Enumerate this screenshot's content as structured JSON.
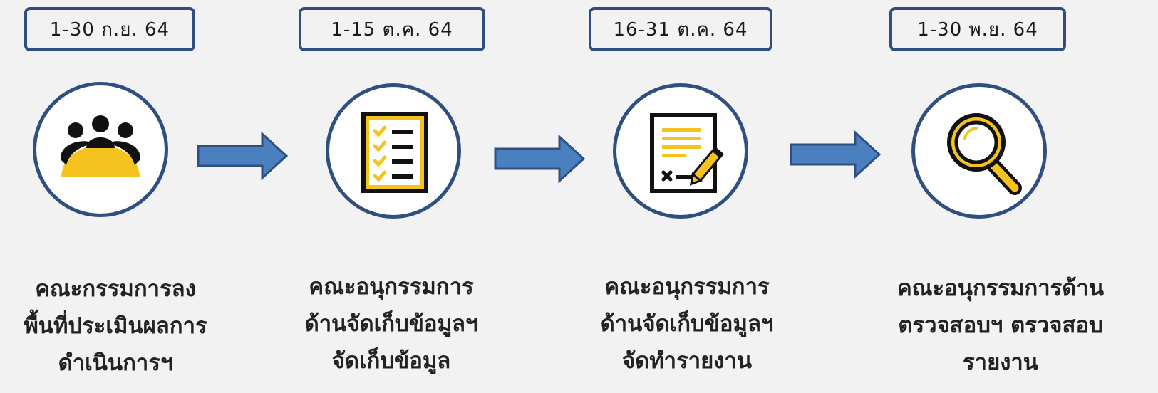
{
  "colors": {
    "accent_blue": "#4a7fc0",
    "border_navy": "#2f4f7f",
    "icon_yellow": "#f5c31f",
    "icon_black": "#111111"
  },
  "steps": [
    {
      "date": "1-30 ก.ย. 64",
      "icon": "people-meeting-icon",
      "caption": [
        "คณะกรรมการลง",
        "พื้นที่ประเมินผลการ",
        "ดำเนินการฯ"
      ]
    },
    {
      "date": "1-15 ต.ค. 64",
      "icon": "checklist-icon",
      "caption": [
        "คณะอนุกรรมการ",
        "ด้านจัดเก็บข้อมูลฯ",
        "จัดเก็บข้อมูล"
      ]
    },
    {
      "date": "16-31 ต.ค. 64",
      "icon": "document-sign-icon",
      "caption": [
        "คณะอนุกรรมการ",
        "ด้านจัดเก็บข้อมูลฯ",
        "จัดทำรายงาน"
      ]
    },
    {
      "date": "1-30 พ.ย. 64",
      "icon": "magnifier-icon",
      "caption": [
        "คณะอนุกรรมการด้าน",
        "ตรวจสอบฯ ตรวจสอบ",
        "รายงาน"
      ]
    }
  ]
}
